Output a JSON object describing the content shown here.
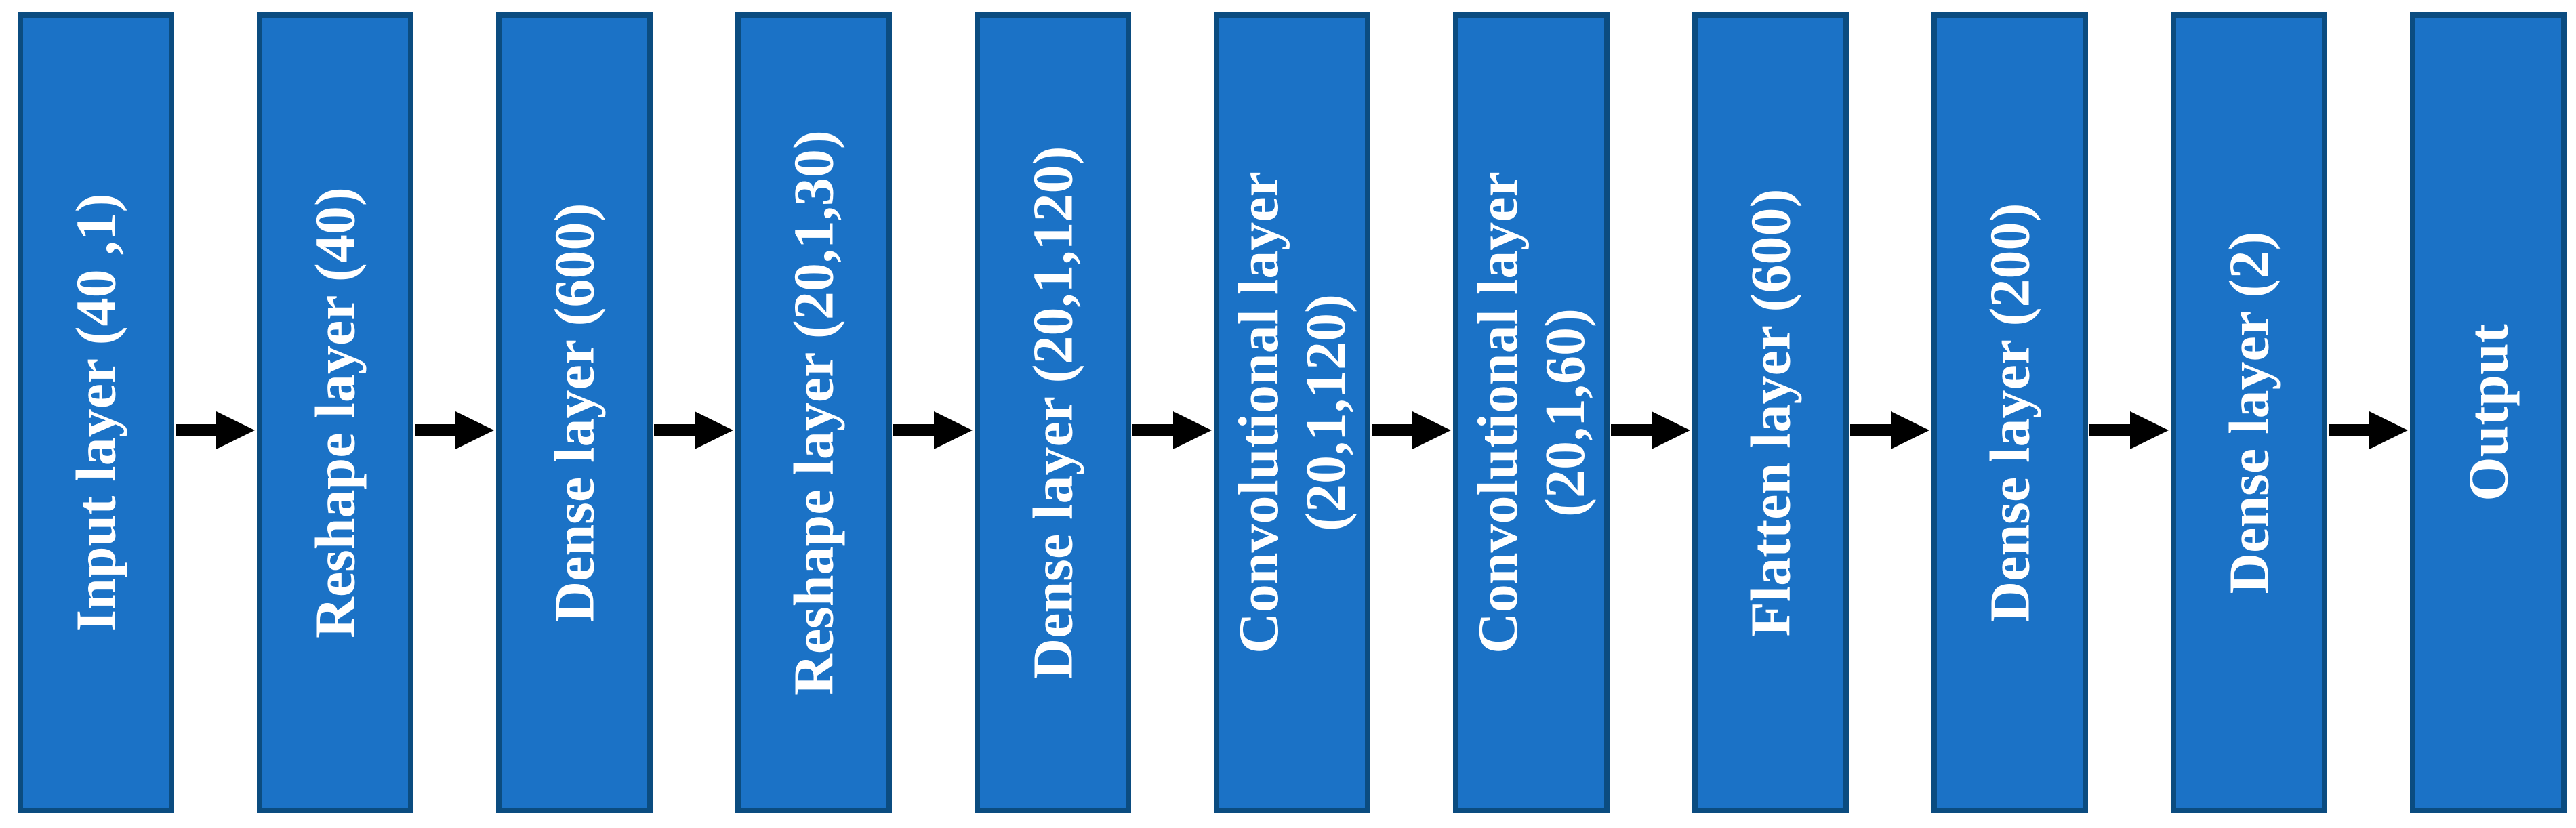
{
  "diagram": {
    "type": "neural-network-architecture-flow",
    "direction": "left-to-right",
    "colors": {
      "block_fill": "#1b72c6",
      "block_border": "#0b4c80",
      "text": "#ffffff",
      "arrow": "#000000",
      "background": "#ffffff"
    },
    "arrow_icon": "right-arrow",
    "blocks": [
      {
        "id": "input",
        "lines": [
          "Input layer (40 ,1)"
        ]
      },
      {
        "id": "reshape1",
        "lines": [
          "Reshape layer (40)"
        ]
      },
      {
        "id": "dense1",
        "lines": [
          "Dense layer (600)"
        ]
      },
      {
        "id": "reshape2",
        "lines": [
          "Reshape layer (20,1,30)"
        ]
      },
      {
        "id": "dense2",
        "lines": [
          "Dense layer (20,1,120)"
        ]
      },
      {
        "id": "conv1",
        "lines": [
          "Convolutional layer",
          "(20,1,120)"
        ]
      },
      {
        "id": "conv2",
        "lines": [
          "Convolutional layer",
          "(20,1,60)"
        ]
      },
      {
        "id": "flatten",
        "lines": [
          "Flatten layer (600)"
        ]
      },
      {
        "id": "dense3",
        "lines": [
          "Dense layer (200)"
        ]
      },
      {
        "id": "dense4",
        "lines": [
          "Dense layer (2)"
        ]
      },
      {
        "id": "output",
        "lines": [
          "Output"
        ]
      }
    ]
  }
}
